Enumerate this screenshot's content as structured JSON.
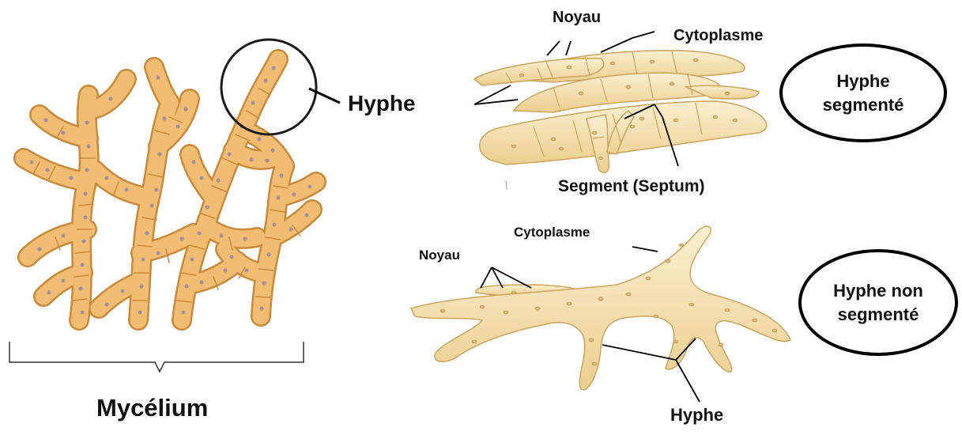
{
  "labels": {
    "hyphe_main": "Hyphe",
    "mycelium": "Mycélium",
    "noyau_top": "Noyau",
    "cytoplasme_top": "Cytoplasme",
    "segment": "Segment (Septum)",
    "noyau_bottom": "Noyau",
    "cytoplasme_bottom": "Cytoplasme",
    "hyphe_bottom": "Hyphe"
  },
  "ovals": {
    "segmented_line1": "Hyphe",
    "segmented_line2": "segmenté",
    "nonsegmented_line1": "Hyphe non",
    "nonsegmented_line2": "segmenté"
  },
  "colors": {
    "mycelium_fill": "#f2bd73",
    "mycelium_stroke": "#c98a3a",
    "hypha_fill": "#f6dfa8",
    "hypha_stroke": "#c9a560",
    "nucleus": "#a38f9e",
    "line": "#000000"
  }
}
